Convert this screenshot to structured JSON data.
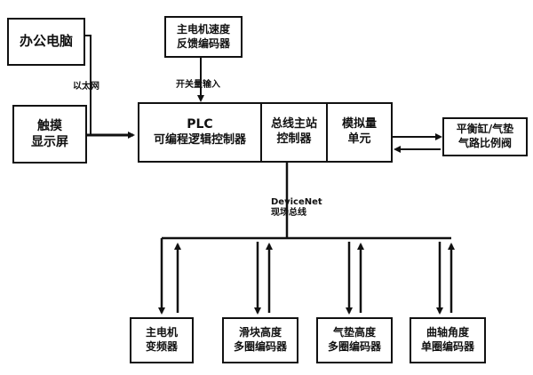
{
  "nodes": {
    "office_pc": "办公电脑",
    "speed_encoder": [
      "主电机速度",
      "反馈编码器"
    ],
    "touch_screen": [
      "触摸",
      "显示屏"
    ],
    "plc": [
      "PLC",
      "可编程逻辑控制器"
    ],
    "master_station": [
      "总线主站",
      "控制器"
    ],
    "analog_unit": [
      "模拟量",
      "单元"
    ],
    "proportional_valve": [
      "平衡缸/气垫",
      "气路比例阀"
    ],
    "main_motor_inverter": [
      "主电机",
      "变频器"
    ],
    "slider_height_encoder": [
      "滑块高度",
      "多圈编码器"
    ],
    "cushion_height_encoder": [
      "气垫高度",
      "多圈编码器"
    ],
    "crank_angle_encoder": [
      "曲轴角度",
      "单圈编码器"
    ]
  },
  "edges": {
    "ethernet": "以太网",
    "switch_input": "开关量输入",
    "devicenet": [
      "DeviceNet",
      "现场总线"
    ]
  }
}
